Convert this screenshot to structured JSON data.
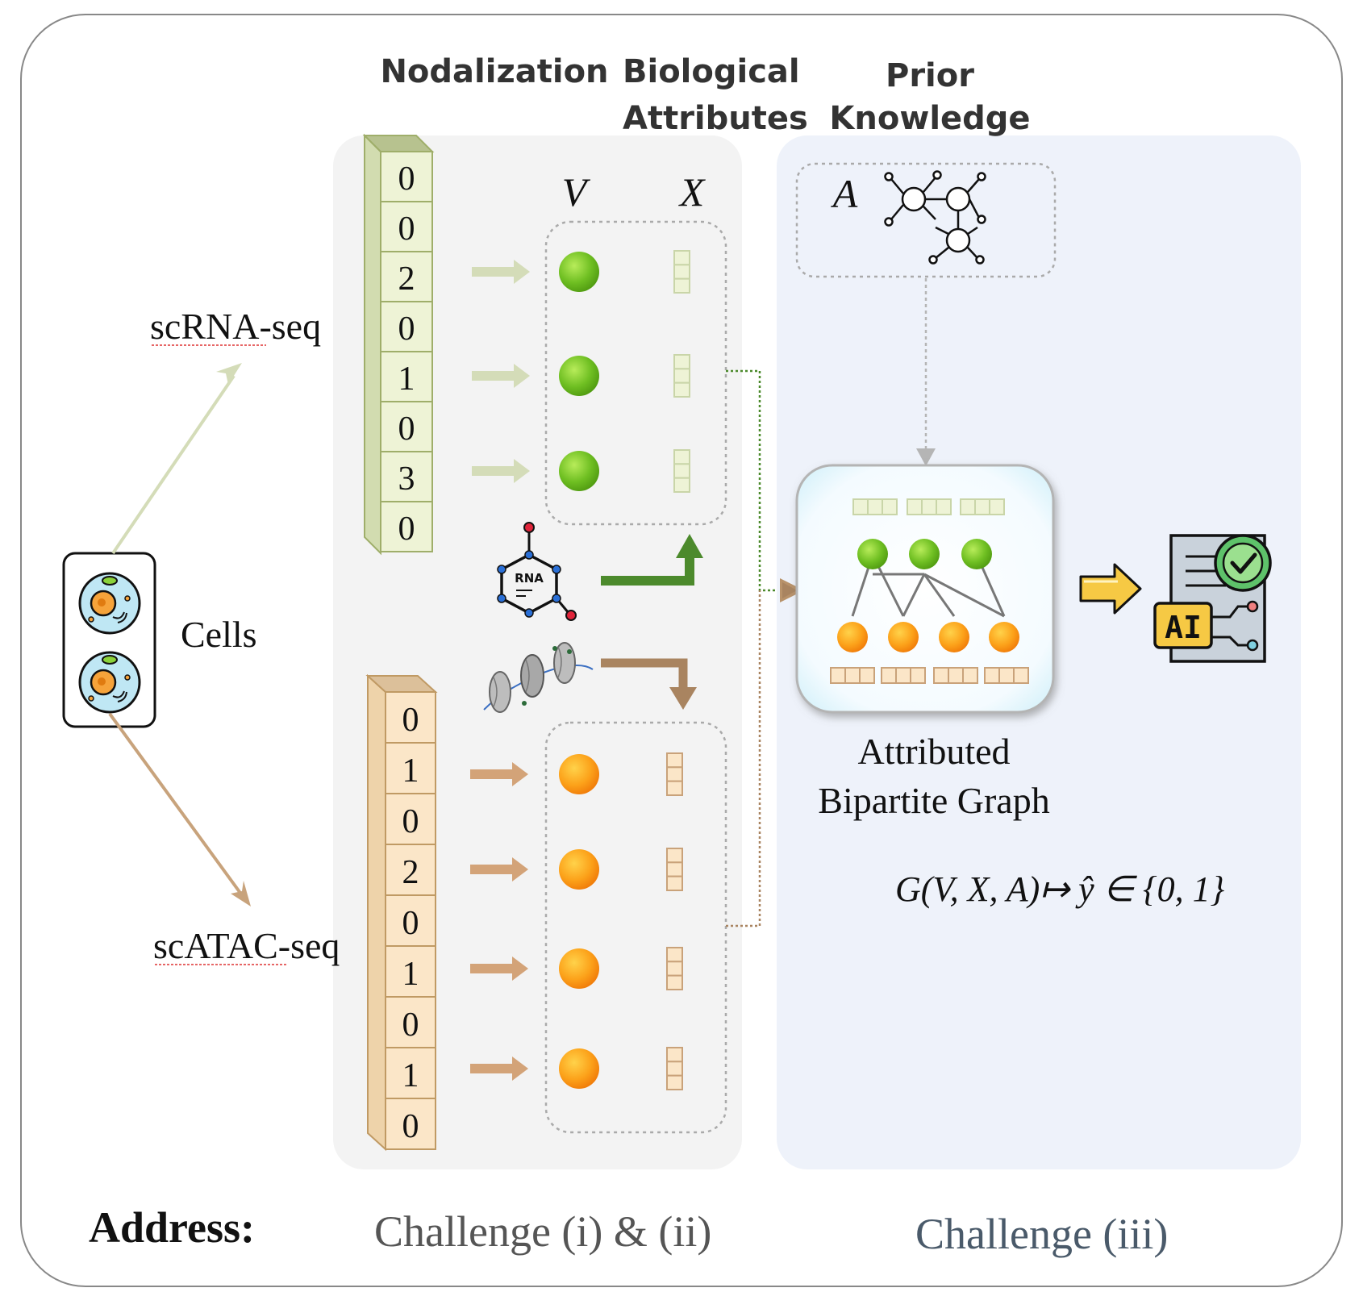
{
  "headers": {
    "nodalization": "Nodalization",
    "biological_1": "Biological",
    "biological_2": "Attributes",
    "prior_1": "Prior",
    "prior_2": "Knowledge"
  },
  "symbols": {
    "v": "V",
    "x": "X",
    "a": "A"
  },
  "cells_label": "Cells",
  "rna_label": "scRNA-seq",
  "atac_label": "scATAC-seq",
  "rna_values": [
    "0",
    "0",
    "2",
    "0",
    "1",
    "0",
    "3",
    "0"
  ],
  "atac_values": [
    "0",
    "1",
    "0",
    "2",
    "0",
    "1",
    "0",
    "1",
    "0"
  ],
  "rna_molecule_text": "RNA",
  "graph_caption_1": "Attributed",
  "graph_caption_2": "Bipartite Graph",
  "formula": "G(V, X, A)↦ ŷ ∈ {0, 1}",
  "ai_icon_text": "AI",
  "address_label": "Address:",
  "challenge_left": "Challenge (i) & (ii)",
  "challenge_right": "Challenge (iii)",
  "colors": {
    "rna_green": "#7cc62e",
    "rna_column": "#eef3d6",
    "atac_orange": "#f7a51c",
    "atac_column": "#fbe6c8",
    "left_panel": "#f3f3f3",
    "right_panel": "#eef2fa",
    "challenge_right": "#4a5a6a"
  }
}
